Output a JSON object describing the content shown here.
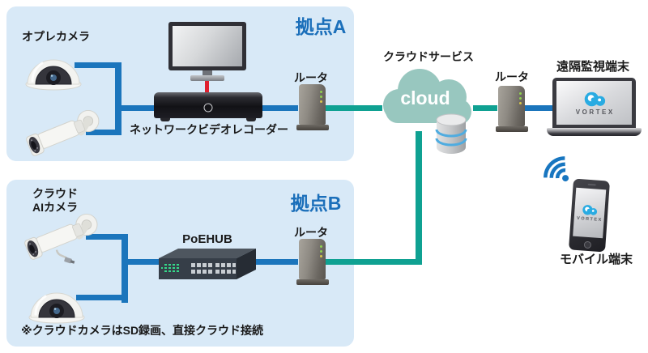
{
  "diagram": {
    "site_a": {
      "title": "拠点A",
      "camera_label": "オプレカメラ",
      "recorder_label": "ネットワークビデオレコーダー",
      "router_label": "ルータ"
    },
    "site_b": {
      "title": "拠点B",
      "camera_label_line1": "クラウド",
      "camera_label_line2": "AIカメラ",
      "hub_label": "PoEHUB",
      "router_label": "ルータ",
      "note": "※クラウドカメラはSD録画、直接クラウド接続"
    },
    "cloud": {
      "label": "クラウドサービス",
      "text": "cloud"
    },
    "remote": {
      "router_label": "ルータ",
      "laptop_label": "遠隔監視端末",
      "mobile_label": "モバイル端末",
      "brand": "VORTEX"
    },
    "colors": {
      "panel_bg": "#D8E9F7",
      "accent_blue": "#1B6FBA",
      "line_blue": "#1B75BC",
      "line_teal": "#0FA192",
      "line_red": "#E0202F",
      "cloud_fill": "#98C7BF",
      "brand_blue": "#29ABE2"
    }
  }
}
